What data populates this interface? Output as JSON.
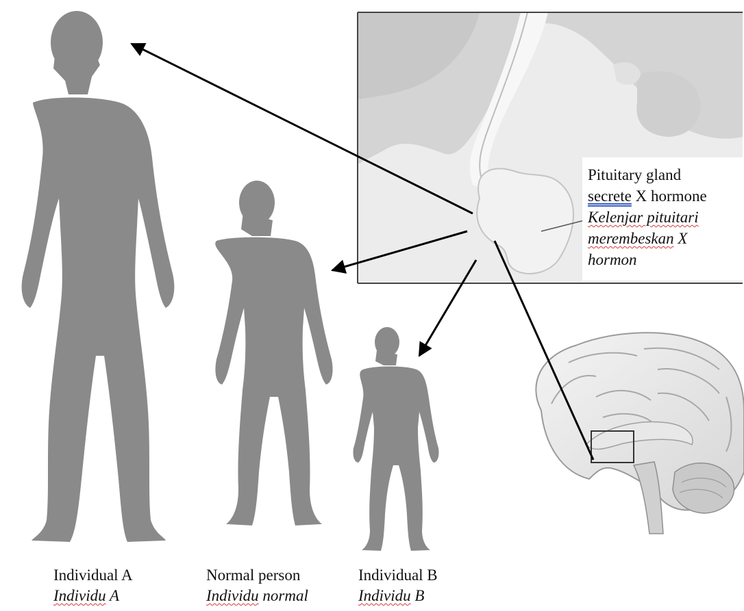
{
  "callout": {
    "line1": "Pituitary gland",
    "line2_word": "secrete",
    "line2_rest": " X hormone",
    "malay_line1": "Kelenjar pituitari",
    "malay_line2_word": "merembeskan",
    "malay_line2_rest": " X",
    "malay_line3": "hormon"
  },
  "figures": [
    {
      "name": "Individual A",
      "malay_word": "Individu",
      "malay_rest": " A"
    },
    {
      "name": "Normal person",
      "malay_word": "Individu",
      "malay_rest": " normal"
    },
    {
      "name": "Individual B",
      "malay_word": "Individu",
      "malay_rest": " B"
    }
  ],
  "colors": {
    "silhouette": "#8a8a8a",
    "arrow": "#000000",
    "inset_bg": "#ececec",
    "gland": "#f2f2f2"
  }
}
